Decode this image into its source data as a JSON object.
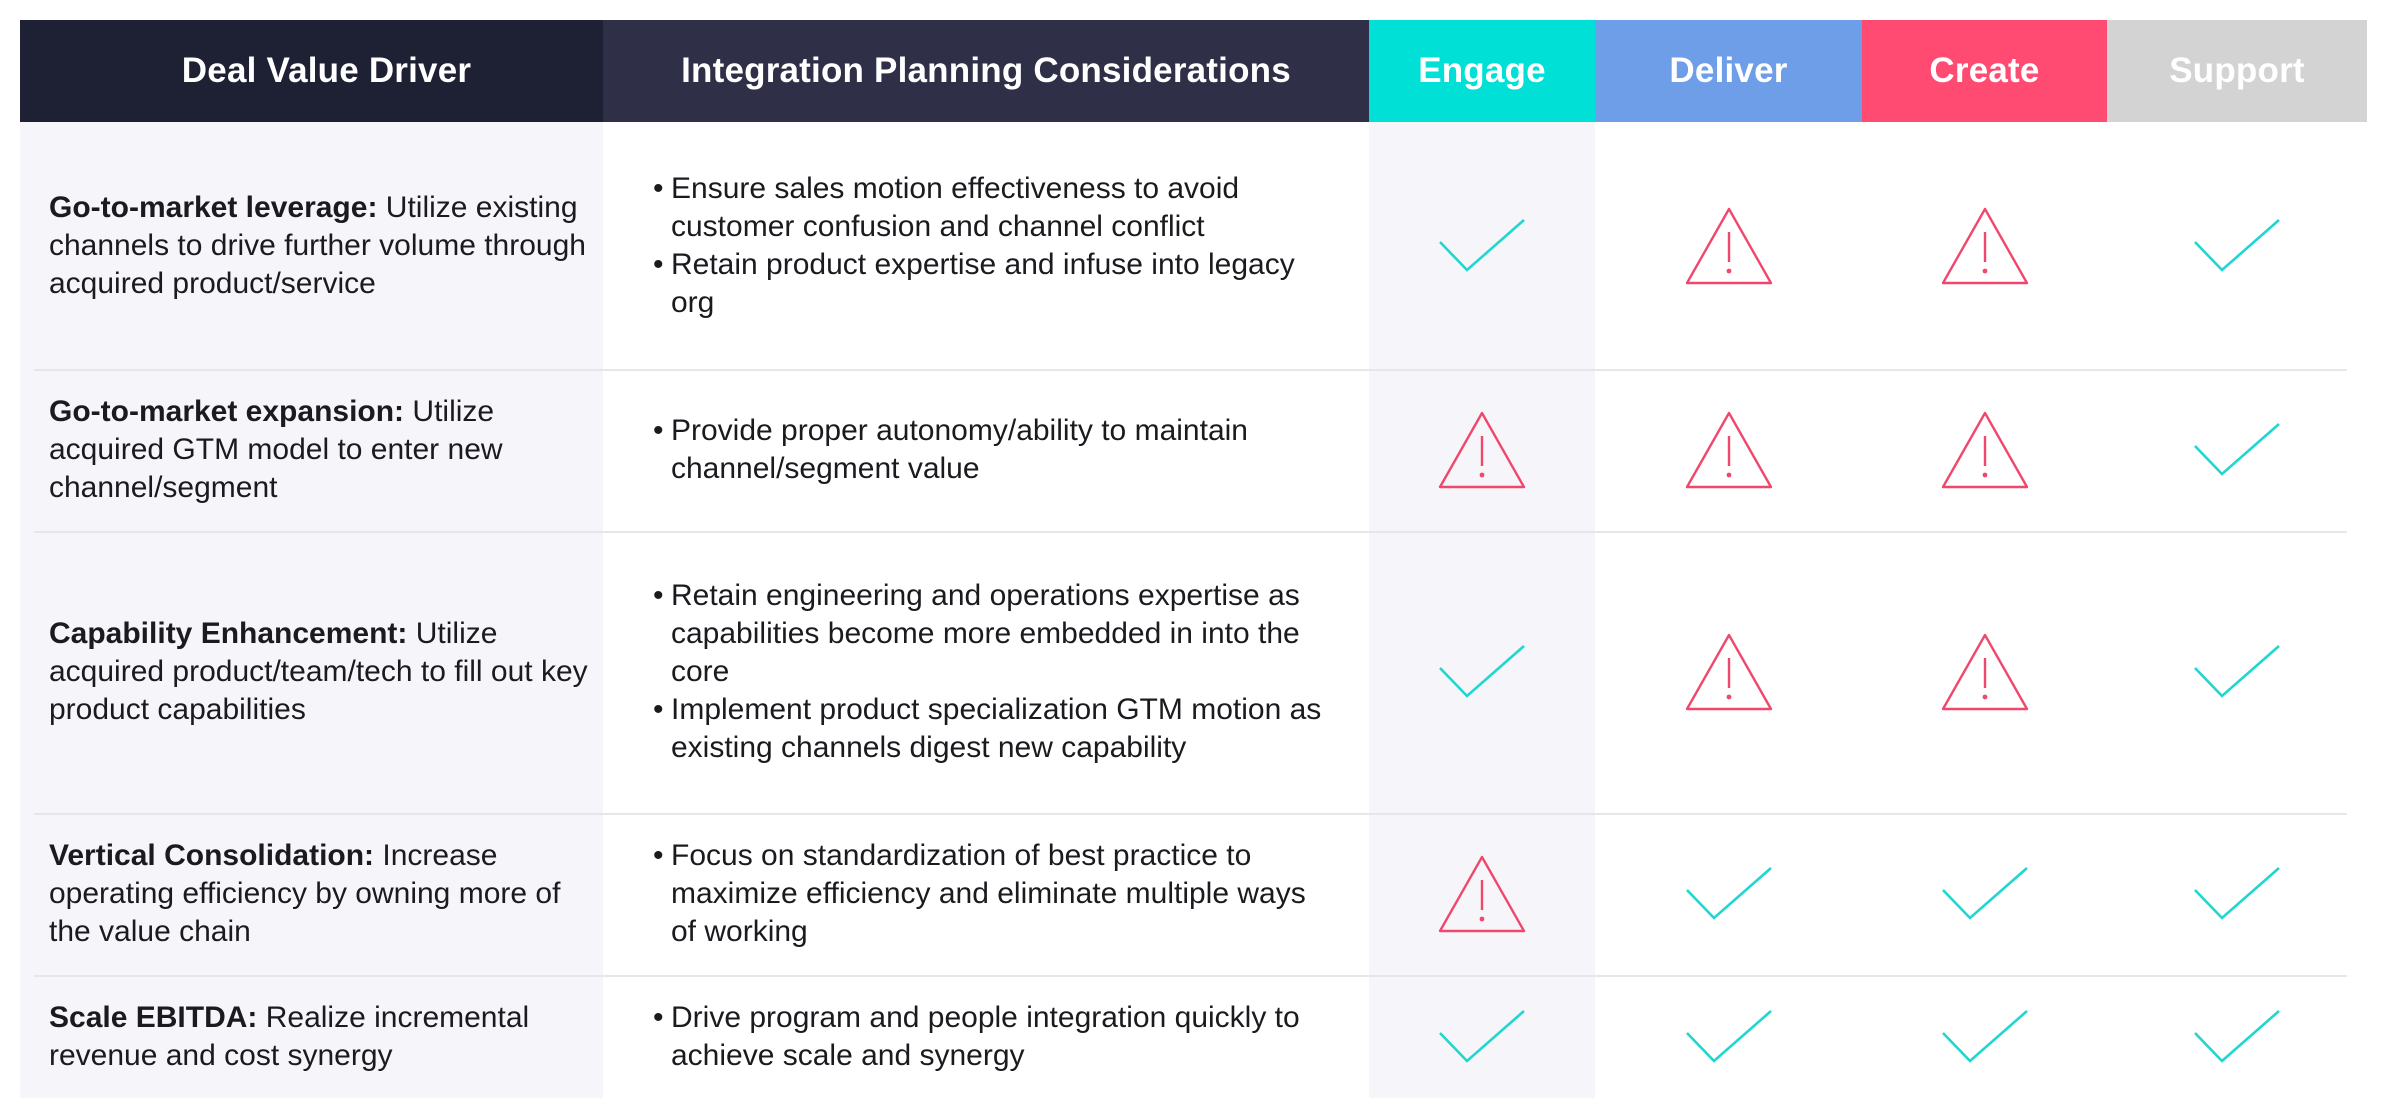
{
  "headers": {
    "driver": "Deal Value Driver",
    "planning": "Integration Planning Considerations",
    "engage": "Engage",
    "deliver": "Deliver",
    "create": "Create",
    "support": "Support"
  },
  "colors": {
    "header_driver_bg": "#1e2033",
    "header_planning_bg": "#2f3048",
    "engage": "#00e0d6",
    "deliver": "#6e9ee8",
    "create": "#ff4a72",
    "support": "#d3d3d3",
    "check": "#1fd6d0",
    "warning": "#f0476d"
  },
  "rows": [
    {
      "driver_bold": "Go-to-market leverage:",
      "driver_text": " Utilize existing channels to drive further volume through acquired product/service",
      "considerations": [
        "Ensure sales motion effectiveness to avoid customer confusion and channel conflict",
        "Retain product expertise and infuse into legacy org"
      ],
      "status": {
        "engage": "check",
        "deliver": "warning",
        "create": "warning",
        "support": "check"
      }
    },
    {
      "driver_bold": "Go-to-market expansion:",
      "driver_text": " Utilize acquired GTM model to enter new channel/segment",
      "considerations": [
        "Provide proper autonomy/ability to maintain channel/segment value"
      ],
      "status": {
        "engage": "warning",
        "deliver": "warning",
        "create": "warning",
        "support": "check"
      }
    },
    {
      "driver_bold": "Capability Enhancement:",
      "driver_text": " Utilize acquired product/team/tech to fill out key product capabilities",
      "considerations": [
        "Retain engineering and operations expertise as capabilities become more embedded in into the core",
        "Implement product specialization GTM motion as existing channels digest new capability"
      ],
      "status": {
        "engage": "check",
        "deliver": "warning",
        "create": "warning",
        "support": "check"
      }
    },
    {
      "driver_bold": "Vertical Consolidation:",
      "driver_text": " Increase operating efficiency by owning more of the value chain",
      "considerations": [
        "Focus on standardization of best practice to maximize efficiency and eliminate multiple ways of working"
      ],
      "status": {
        "engage": "warning",
        "deliver": "check",
        "create": "check",
        "support": "check"
      }
    },
    {
      "driver_bold": "Scale EBITDA:",
      "driver_text": " Realize incremental revenue and cost synergy",
      "considerations": [
        "Drive program and people integration quickly to achieve scale and synergy"
      ],
      "status": {
        "engage": "check",
        "deliver": "check",
        "create": "check",
        "support": "check"
      }
    }
  ]
}
